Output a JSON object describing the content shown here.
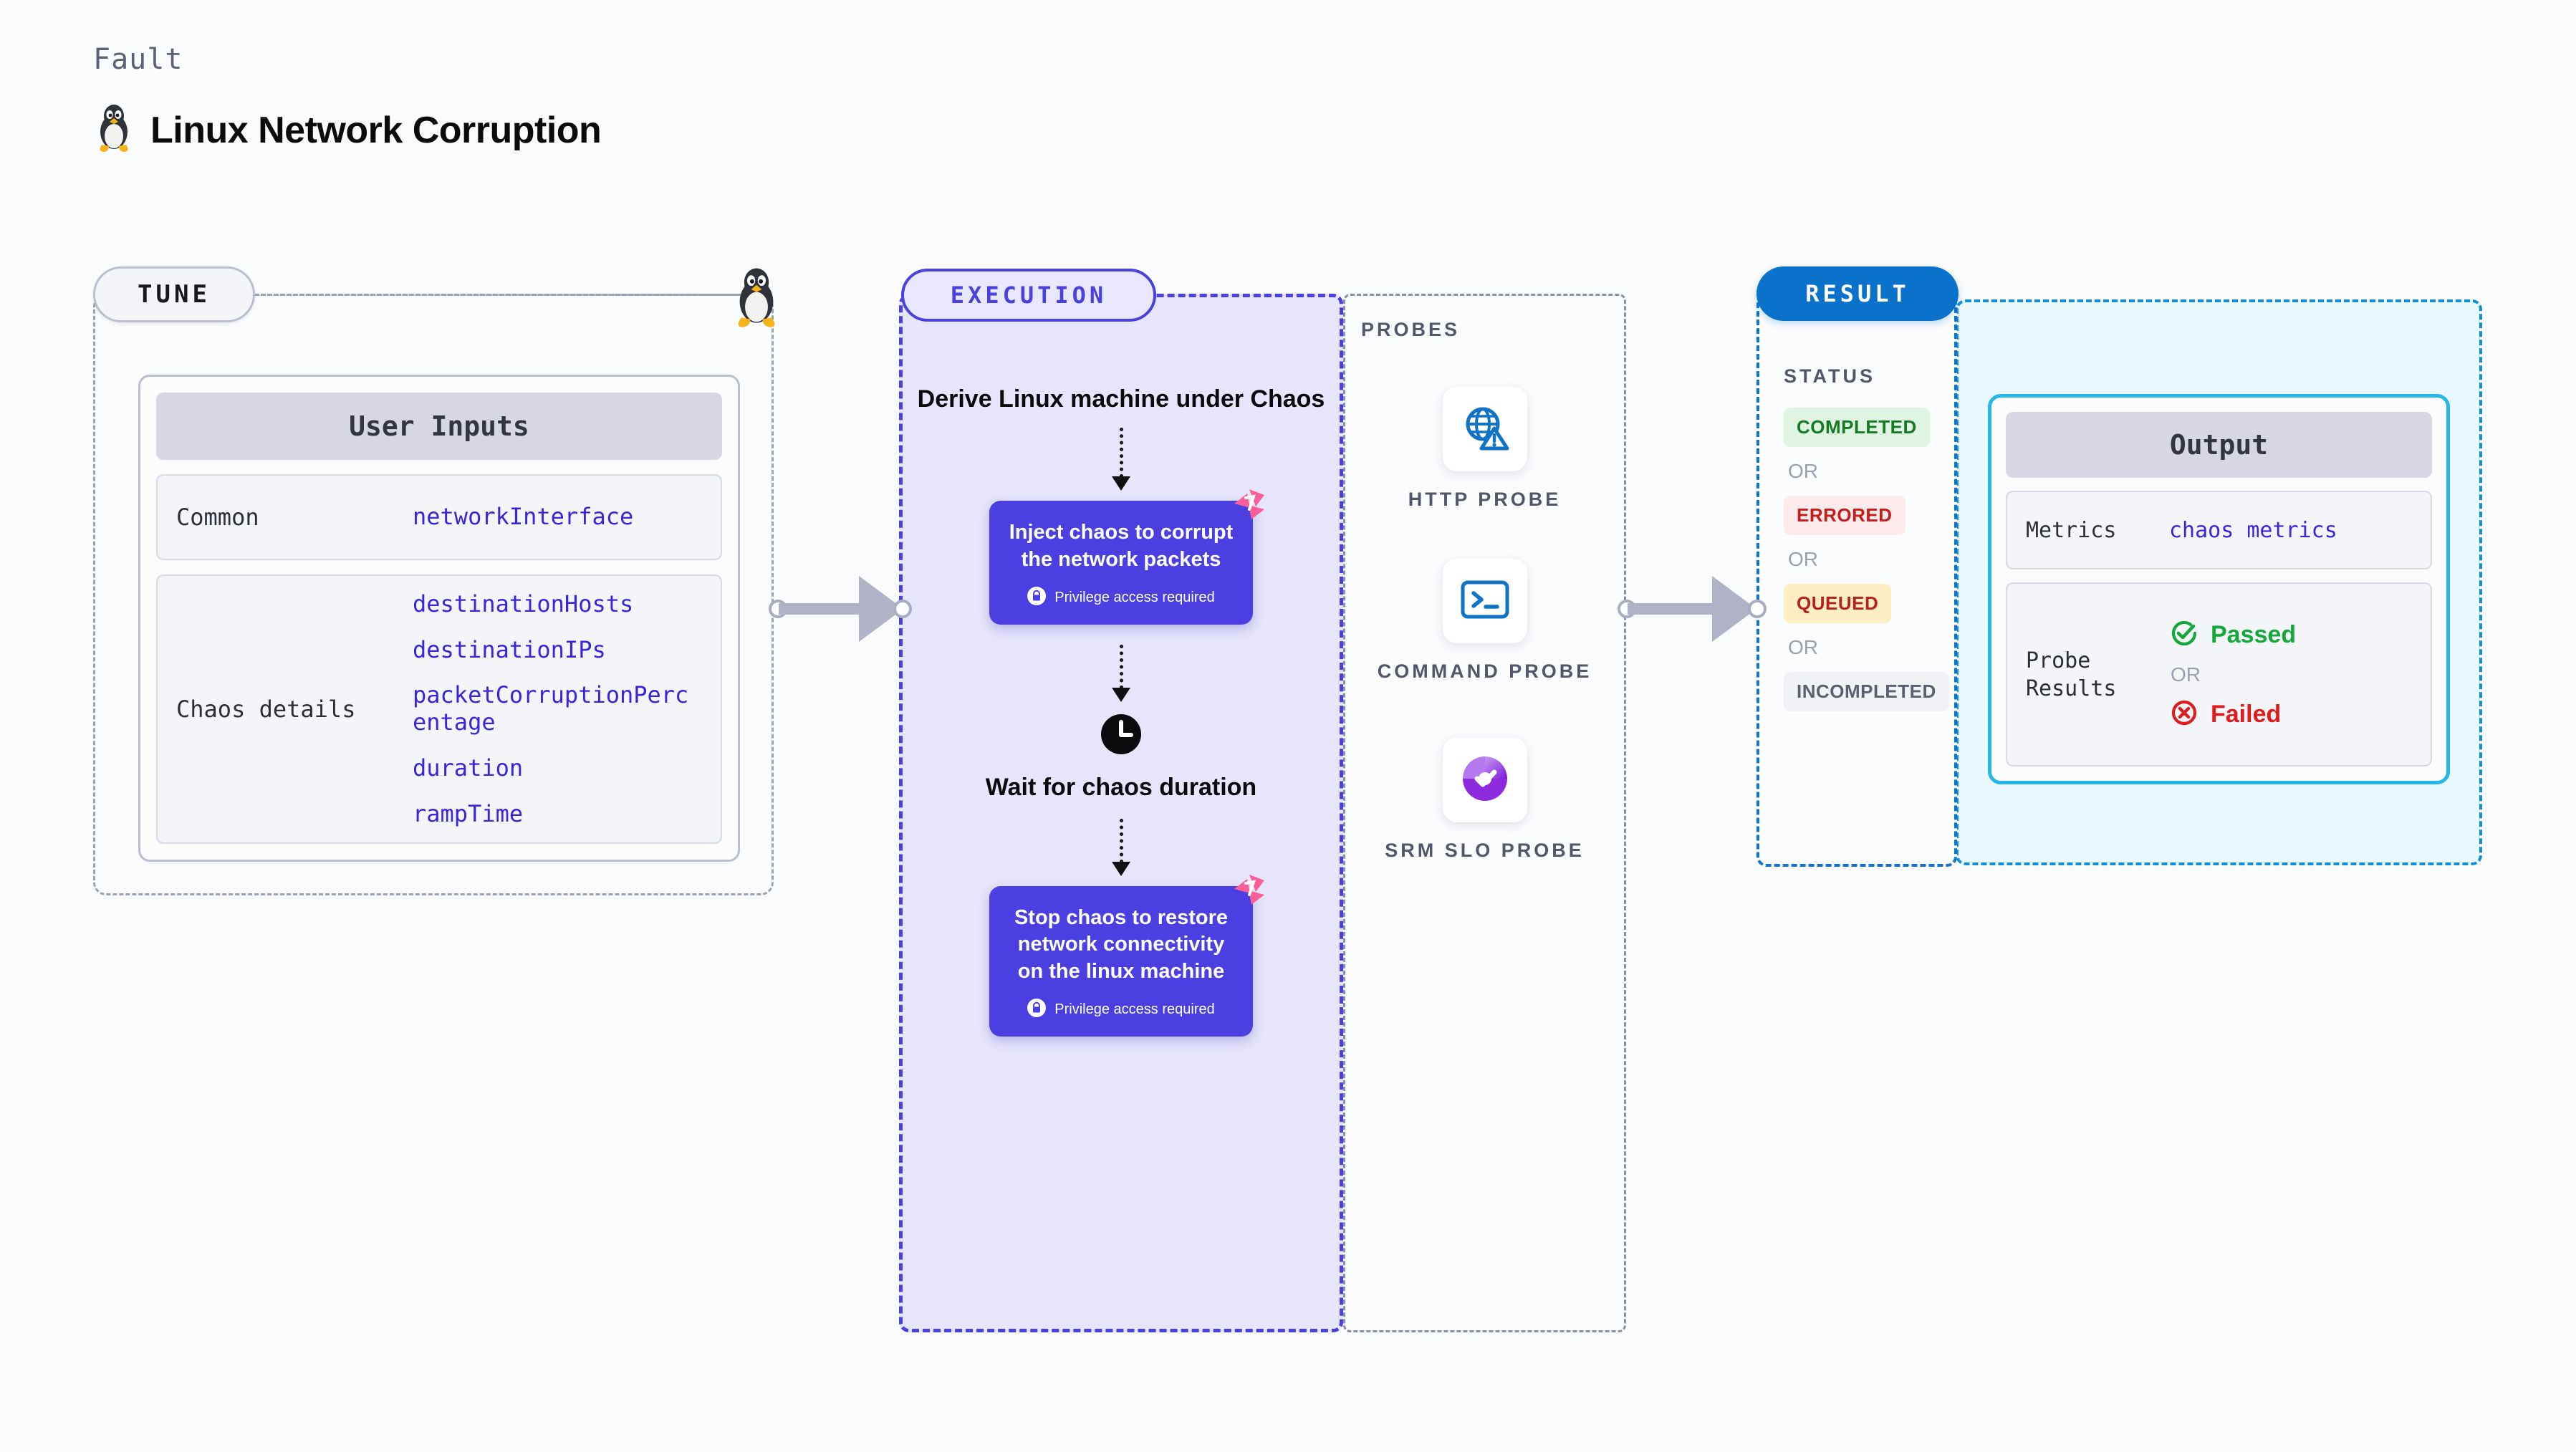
{
  "header": {
    "eyebrow": "Fault",
    "title": "Linux Network Corruption",
    "penguin_icon": "linux-penguin-icon"
  },
  "tune": {
    "badge": "TUNE",
    "penguin_icon": "linux-penguin-icon",
    "card_header": "User Inputs",
    "rows": [
      {
        "label": "Common",
        "values": [
          "networkInterface"
        ]
      },
      {
        "label": "Chaos details",
        "values": [
          "destinationHosts",
          "destinationIPs",
          "packetCorruptionPercentage",
          "duration",
          "rampTime"
        ]
      }
    ]
  },
  "connectors": {
    "tune_to_execution": "arrow-right",
    "probes_to_result": "arrow-right"
  },
  "execution": {
    "badge": "EXECUTION",
    "steps": [
      {
        "type": "title",
        "text": "Derive Linux machine under Chaos"
      },
      {
        "type": "chaos-box",
        "text": "Inject chaos to corrupt the network packets",
        "privilege_note": "Privilege access required",
        "lock_icon": "lock-icon",
        "badge_icon": "chaos-pinwheel-icon"
      },
      {
        "type": "clock",
        "icon": "clock-icon",
        "text": "Wait for chaos duration"
      },
      {
        "type": "chaos-box",
        "text": "Stop chaos to restore network connectivity on the linux machine",
        "privilege_note": "Privilege access required",
        "lock_icon": "lock-icon",
        "badge_icon": "chaos-pinwheel-icon"
      }
    ]
  },
  "probes": {
    "label": "PROBES",
    "items": [
      {
        "label": "HTTP PROBE",
        "icon": "globe-warning-icon"
      },
      {
        "label": "COMMAND PROBE",
        "icon": "terminal-icon"
      },
      {
        "label": "SRM SLO PROBE",
        "icon": "slo-donut-check-icon"
      }
    ]
  },
  "result": {
    "badge": "RESULT",
    "status_heading": "STATUS",
    "or_text": "OR",
    "statuses": [
      {
        "label": "COMPLETED",
        "bg": "#dff5e1",
        "color": "#147b22"
      },
      {
        "label": "ERRORED",
        "bg": "#fdeaea",
        "color": "#c41b1b"
      },
      {
        "label": "QUEUED",
        "bg": "#fdeec4",
        "color": "#b81f1f"
      },
      {
        "label": "INCOMPLETED",
        "bg": "#f1f2f6",
        "color": "#5b6070"
      }
    ],
    "output": {
      "header": "Output",
      "metrics_label": "Metrics",
      "metrics_value": "chaos metrics",
      "probe_results_label": "Probe Results",
      "or_text": "OR",
      "passed": {
        "label": "Passed",
        "icon": "check-circle-icon",
        "color": "#14a83a"
      },
      "failed": {
        "label": "Failed",
        "icon": "x-circle-icon",
        "color": "#e01b1b"
      }
    }
  },
  "colors": {
    "accent_purple": "#4b3fe2",
    "accent_blue": "#0b72cc",
    "accent_cyan": "#26b6e8",
    "param_text": "#3d23e0",
    "pinwheel_pink": "#fc5f97",
    "background": "#fafbfc"
  }
}
